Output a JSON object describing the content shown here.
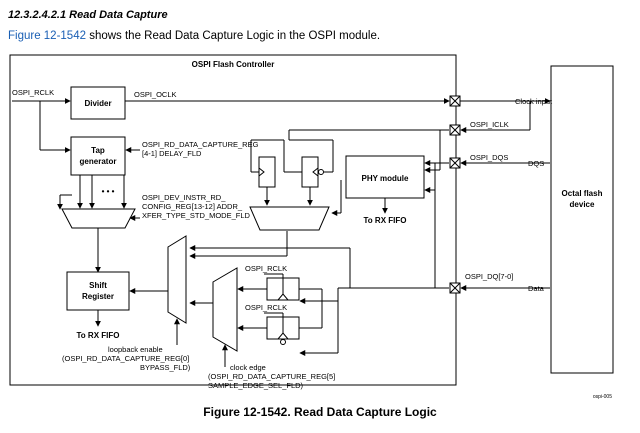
{
  "section": {
    "number": "12.3.2.4.2.1",
    "title": "Read Data Capture"
  },
  "intro": {
    "link": "Figure 12-1542",
    "text": " shows the Read Data Capture Logic in the OSPI module."
  },
  "diagram": {
    "controller_title": "OSPI Flash Controller",
    "divider": "Divider",
    "tap_generator_1": "Tap",
    "tap_generator_2": "generator",
    "shift_register_1": "Shift",
    "shift_register_2": "Register",
    "phy_module": "PHY module",
    "device_1": "Octal flash",
    "device_2": "device",
    "sig_rclk_in": "OSPI_RCLK",
    "sig_oclk": "OSPI_OCLK",
    "sig_iclk": "OSPI_ICLK",
    "sig_dqs": "OSPI_DQS",
    "sig_dq": "OSPI_DQ[7-0]",
    "sig_rclk_ff1": "OSPI_RCLK",
    "sig_rclk_ff2": "OSPI_RCLK",
    "reg_delay_1": "OSPI_RD_DATA_CAPTURE_REG",
    "reg_delay_2": "[4-1] DELAY_FLD",
    "reg_cfg_1": "OSPI_DEV_INSTR_RD_",
    "reg_cfg_2": "CONFIG_REG[13-12] ADDR_",
    "reg_cfg_3": "XFER_TYPE_STD_MODE_FLD",
    "to_rx_fifo_phy": "To RX FIFO",
    "to_rx_fifo_shift": "To RX FIFO",
    "loopback_1": "loopback enable",
    "loopback_2": "(OSPI_RD_DATA_CAPTURE_REG[0]",
    "loopback_3": "BYPASS_FLD)",
    "clkedge_1": "clock edge",
    "clkedge_2": "(OSPI_RD_DATA_CAPTURE_REG[5]",
    "clkedge_3": "SAMPLE_EDGE_SEL_FLD)",
    "pin_clock_input": "Clock input",
    "pin_dqs": "DQS",
    "pin_data": "Data",
    "tap_dots": "• • •",
    "figure_id": "ospi-005"
  },
  "caption": "Figure 12-1542. Read Data Capture Logic"
}
